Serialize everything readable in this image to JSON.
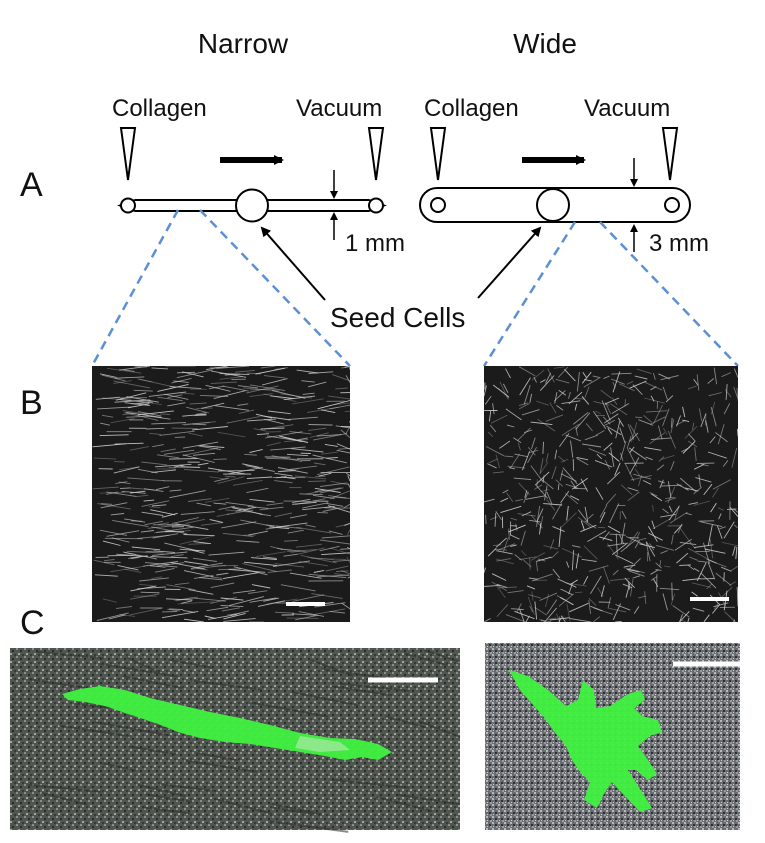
{
  "figure": {
    "columns": {
      "narrow": "Narrow",
      "wide": "Wide"
    },
    "panel_labels": {
      "a": "A",
      "b": "B",
      "c": "C"
    },
    "channel_labels": {
      "collagen_left": "Collagen",
      "vacuum_left": "Vacuum",
      "collagen_right": "Collagen",
      "vacuum_right": "Vacuum"
    },
    "dimensions": {
      "narrow": "1 mm",
      "wide": "3 mm"
    },
    "seed_cells": "Seed Cells"
  },
  "colors": {
    "guide_dash": "#5b8fd6",
    "fiber_bg": "#1c1c1c",
    "fiber_line": "#e6e6e6",
    "cell_green": "#3ff23f",
    "cell_bg": "#5a5f58"
  }
}
